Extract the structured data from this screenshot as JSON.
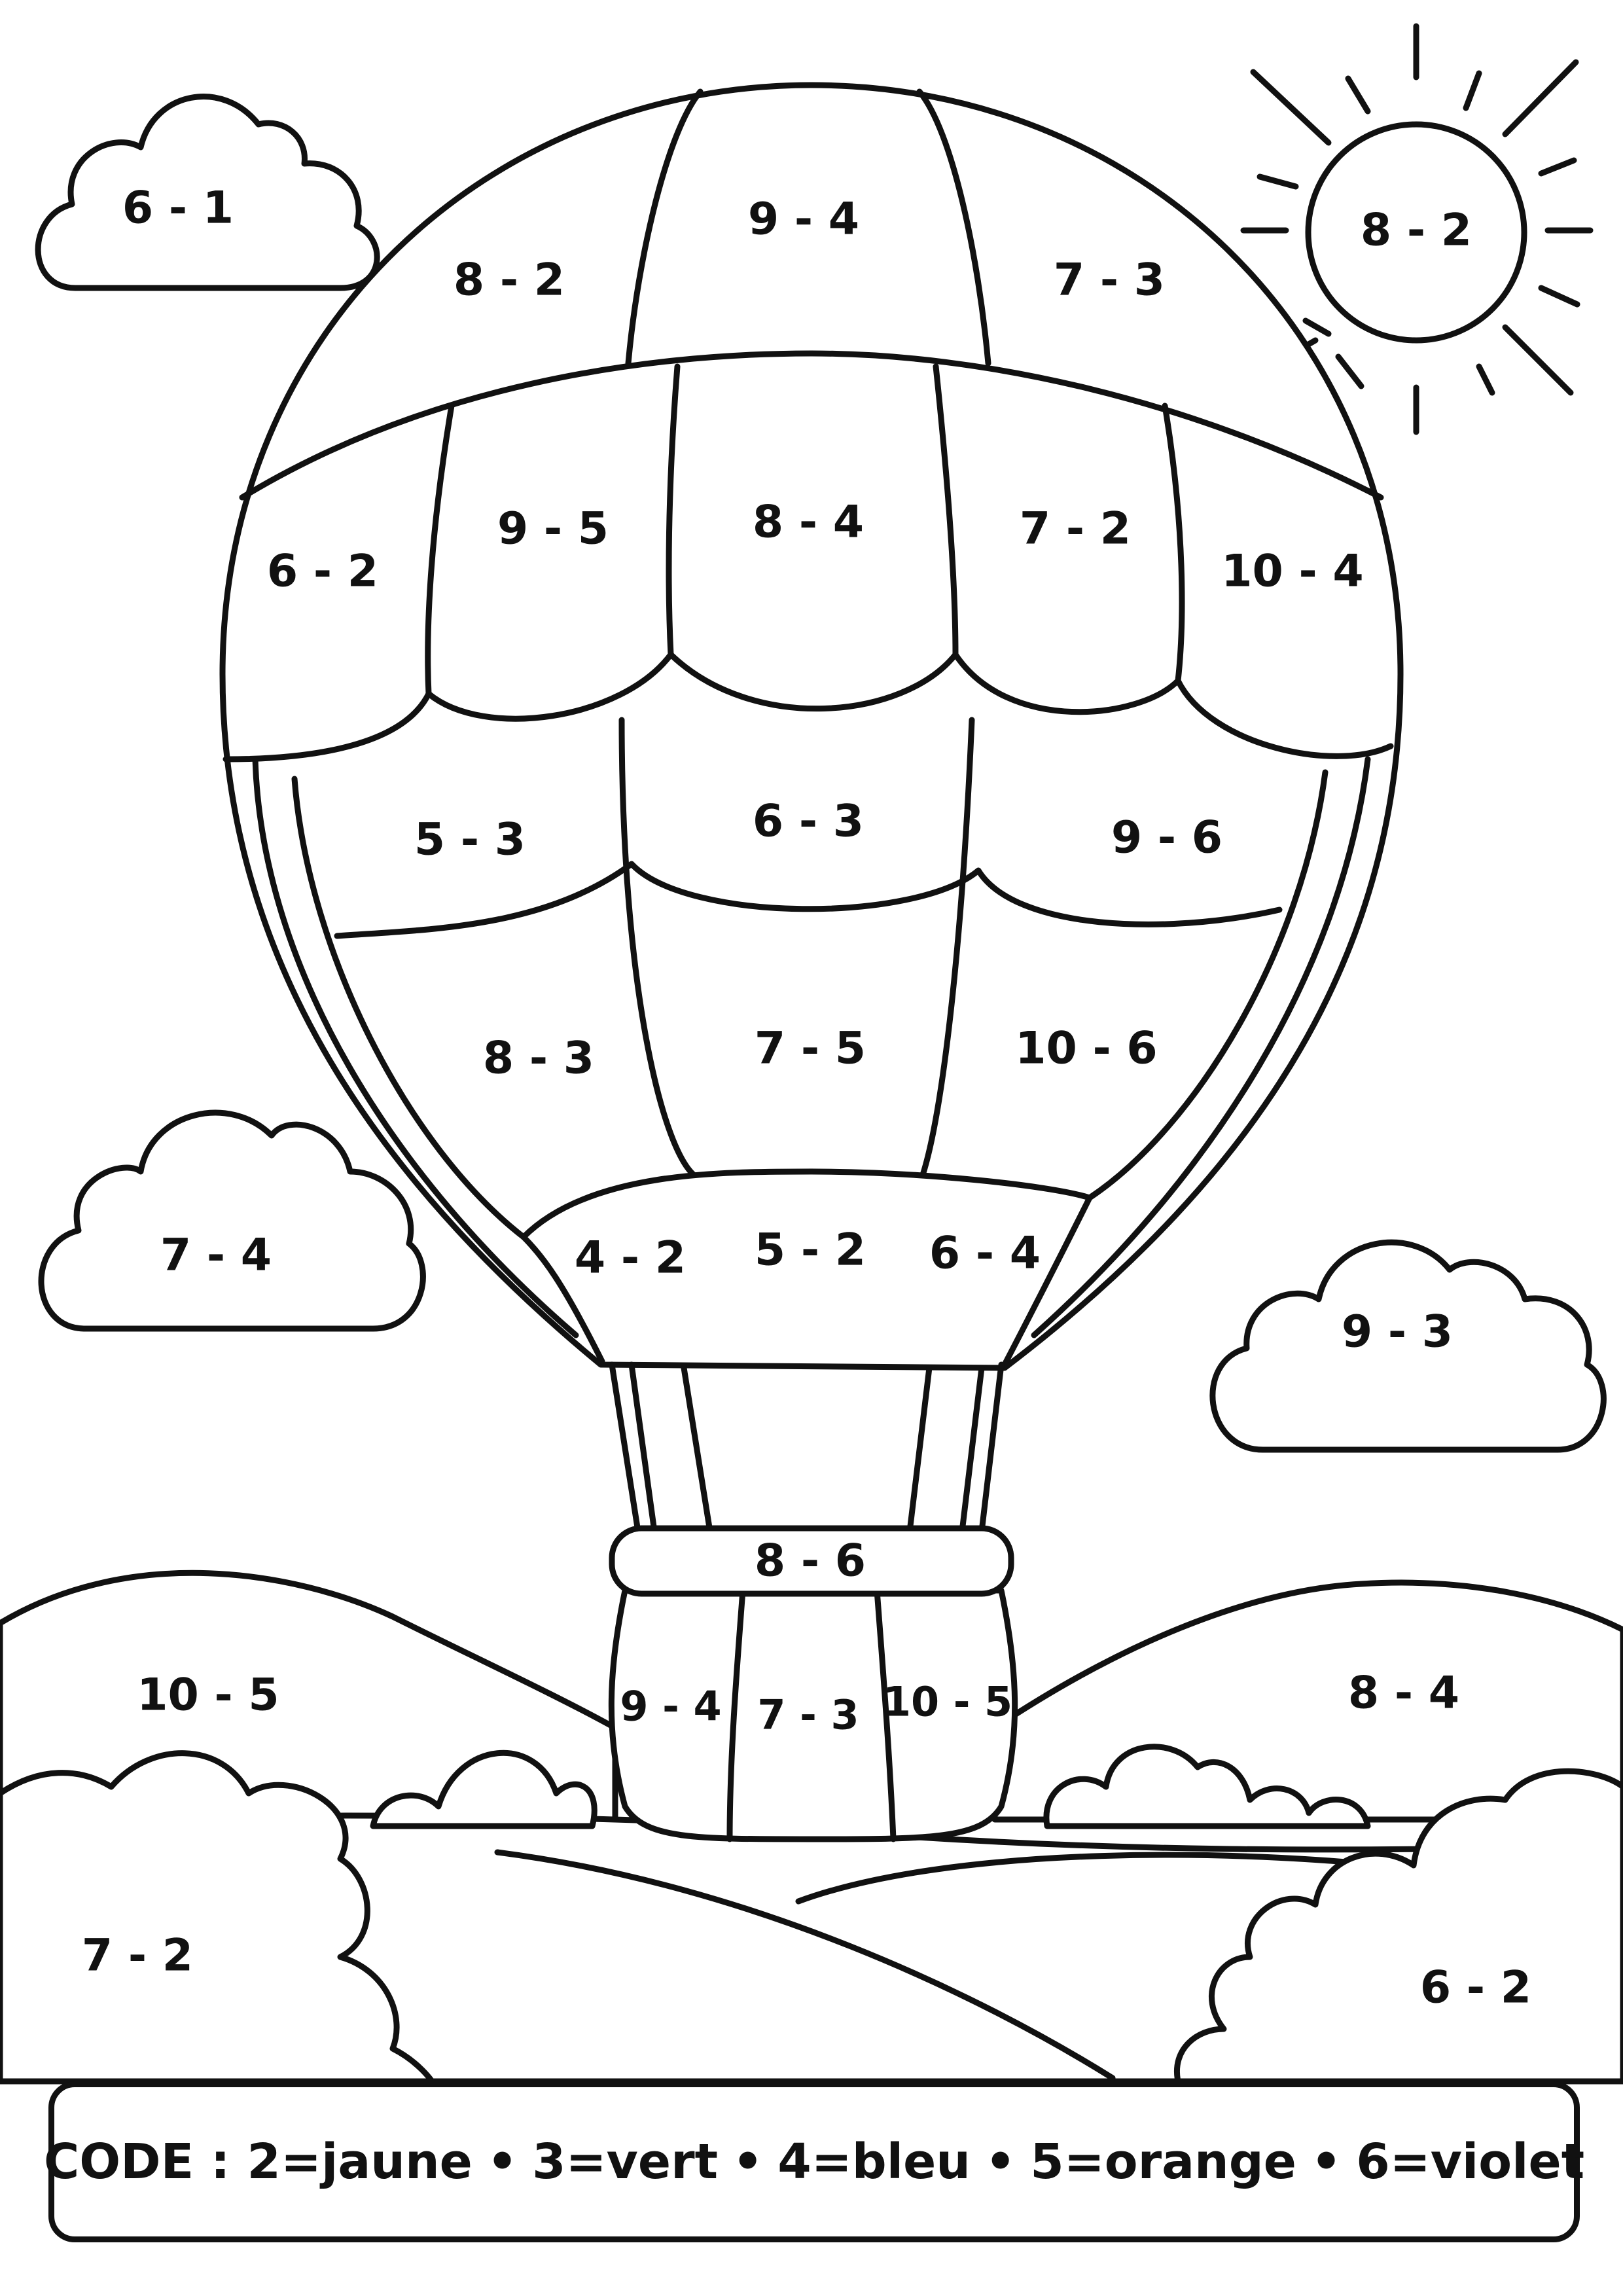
{
  "sky": {
    "cloud_top_left": "6 - 1",
    "cloud_mid_left": "7 - 4",
    "cloud_mid_right": "9 - 3",
    "sun": "8 - 2"
  },
  "balloon": {
    "top_left": "8 - 2",
    "top_center": "9 - 4",
    "top_right": "7 - 3",
    "band1": [
      "6 - 2",
      "9 - 5",
      "8 - 4",
      "7 - 2",
      "10 - 4"
    ],
    "band2": [
      "5 - 3",
      "6 - 3",
      "9 - 6"
    ],
    "band3": [
      "8 - 3",
      "7 - 5",
      "10 - 6"
    ],
    "skirt": [
      "4 - 2",
      "5 - 2",
      "6 - 4"
    ]
  },
  "basket": {
    "rim": "8 - 6",
    "panels": [
      "9 - 4",
      "7 - 3",
      "10 - 5"
    ]
  },
  "ground": {
    "hill_left": "10 - 5",
    "hill_right": "8 - 4",
    "bush_left": "7 - 2",
    "bush_right": "6 - 2"
  },
  "legend": {
    "title": "CODE :",
    "entries": [
      "2=jaune",
      "3=vert",
      "4=bleu",
      "5=orange",
      "6=violet"
    ],
    "separator": "•"
  }
}
